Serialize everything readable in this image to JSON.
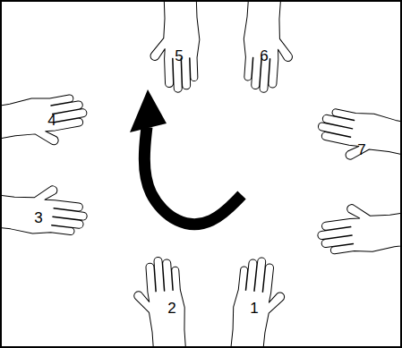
{
  "diagram": {
    "labels": [
      "5",
      "6",
      "4",
      "7",
      "3",
      "2",
      "1"
    ]
  }
}
